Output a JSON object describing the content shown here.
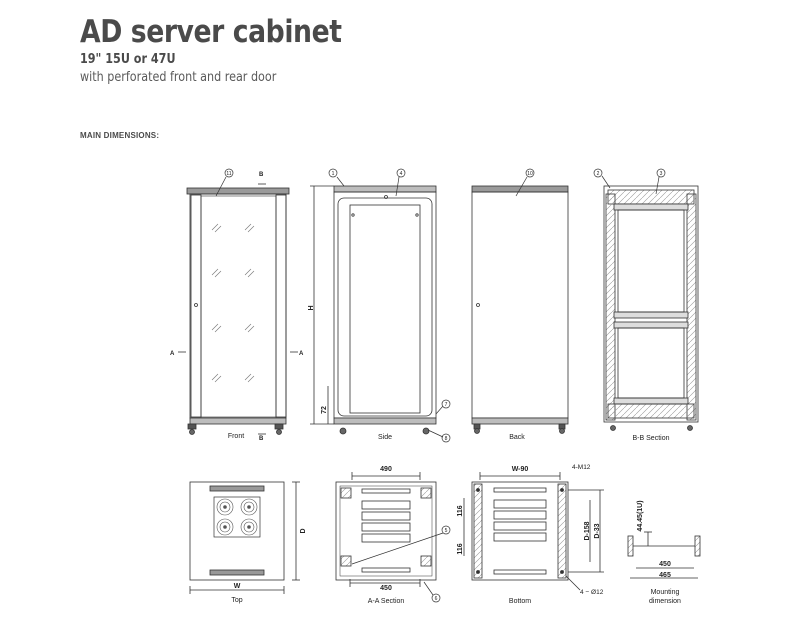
{
  "header": {
    "title": "AD server cabinet",
    "subtitle": "19\" 15U or 47U",
    "tagline": "with perforated front and rear door",
    "section": "MAIN DIMENSIONS:"
  },
  "views": {
    "front": "Front",
    "side": "Side",
    "back": "Back",
    "bb_section": "B-B  Section",
    "top": "Top",
    "aa_section": "A-A  Section",
    "bottom": "Bottom",
    "mounting_1": "Mounting",
    "mounting_2": "dimension"
  },
  "callouts": {
    "c1": "1",
    "c2": "2",
    "c3": "3",
    "c4": "4",
    "c5": "5",
    "c6": "6",
    "c7": "7",
    "c8": "8",
    "c10": "10",
    "c11": "11"
  },
  "marks": {
    "b_top": "B",
    "b_bottom": "B",
    "a_left": "A",
    "a_right": "A"
  },
  "dimensions": {
    "h": "H",
    "d72": "72",
    "d": "D",
    "w": "W",
    "d490": "490",
    "d116a": "116",
    "d116b": "116",
    "d450a": "450",
    "w90": "W-90",
    "m12": "4-M12",
    "d158": "D-158",
    "d33": "D-33",
    "hole": "4 − Ø12",
    "u1": "44.45(1U)",
    "d450b": "450",
    "d465": "465"
  }
}
